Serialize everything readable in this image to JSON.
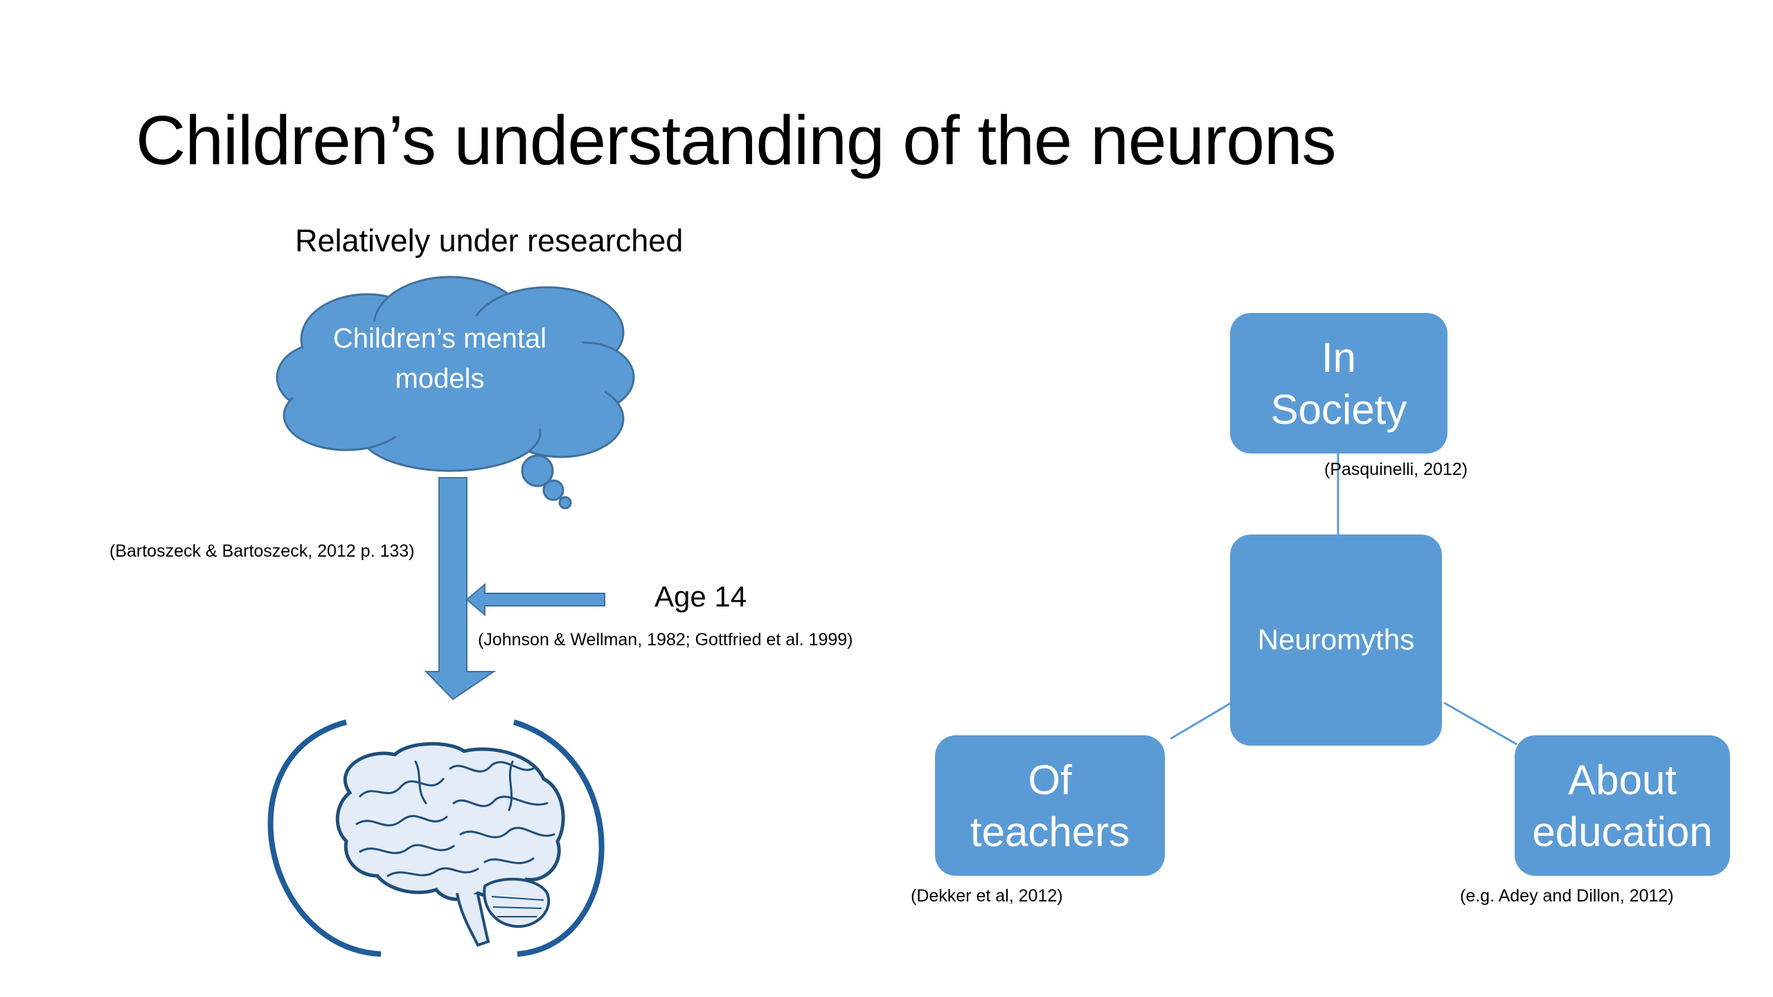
{
  "slide": {
    "title": "Children’s understanding of the neurons",
    "subtitle": "Relatively under researched"
  },
  "left_diagram": {
    "cloud_label": "Children’s mental models",
    "citation_arrow": "(Bartoszeck & Bartoszeck, 2012 p. 133)",
    "age_label": "Age 14",
    "citation_age": "(Johnson & Wellman, 1982; Gottfried et al. 1999)"
  },
  "right_diagram": {
    "center": "Neuromyths",
    "top": "In Society",
    "left": "Of teachers",
    "right": "About education",
    "citation_top": "(Pasquinelli, 2012)",
    "citation_left": "(Dekker et al, 2012)",
    "citation_right": "(e.g. Adey and Dillon, 2012)"
  },
  "colors": {
    "node_fill": "#5b9bd5",
    "cloud_stroke": "#41719c",
    "brain_ring": "#1f5c99",
    "brain_fill": "#e3ecf7"
  }
}
